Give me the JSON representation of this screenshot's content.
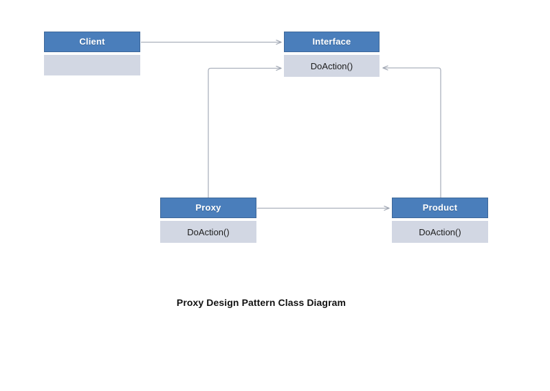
{
  "diagram": {
    "caption": "Proxy Design Pattern Class Diagram",
    "type": "uml-class-diagram",
    "background_color": "#ffffff",
    "header_color": "#4a7ebb",
    "body_color": "#d2d7e3",
    "connector_color": "#aab0bc",
    "classes": [
      {
        "id": "client",
        "name": "Client",
        "members": [],
        "has_empty_compartment": true
      },
      {
        "id": "interface",
        "name": "Interface",
        "members": [
          "DoAction()"
        ],
        "has_empty_compartment": false
      },
      {
        "id": "proxy",
        "name": "Proxy",
        "members": [
          "DoAction()"
        ],
        "has_empty_compartment": false
      },
      {
        "id": "product",
        "name": "Product",
        "members": [
          "DoAction()"
        ],
        "has_empty_compartment": false
      }
    ],
    "connectors": [
      {
        "id": "client-to-interface",
        "from": "Client",
        "to": "Interface",
        "arrow": "open"
      },
      {
        "id": "proxy-to-interface",
        "from": "Proxy",
        "to": "Interface",
        "arrow": "open"
      },
      {
        "id": "product-to-interface",
        "from": "Product",
        "to": "Interface",
        "arrow": "open"
      },
      {
        "id": "proxy-to-product",
        "from": "Proxy",
        "to": "Product",
        "arrow": "open"
      }
    ]
  }
}
